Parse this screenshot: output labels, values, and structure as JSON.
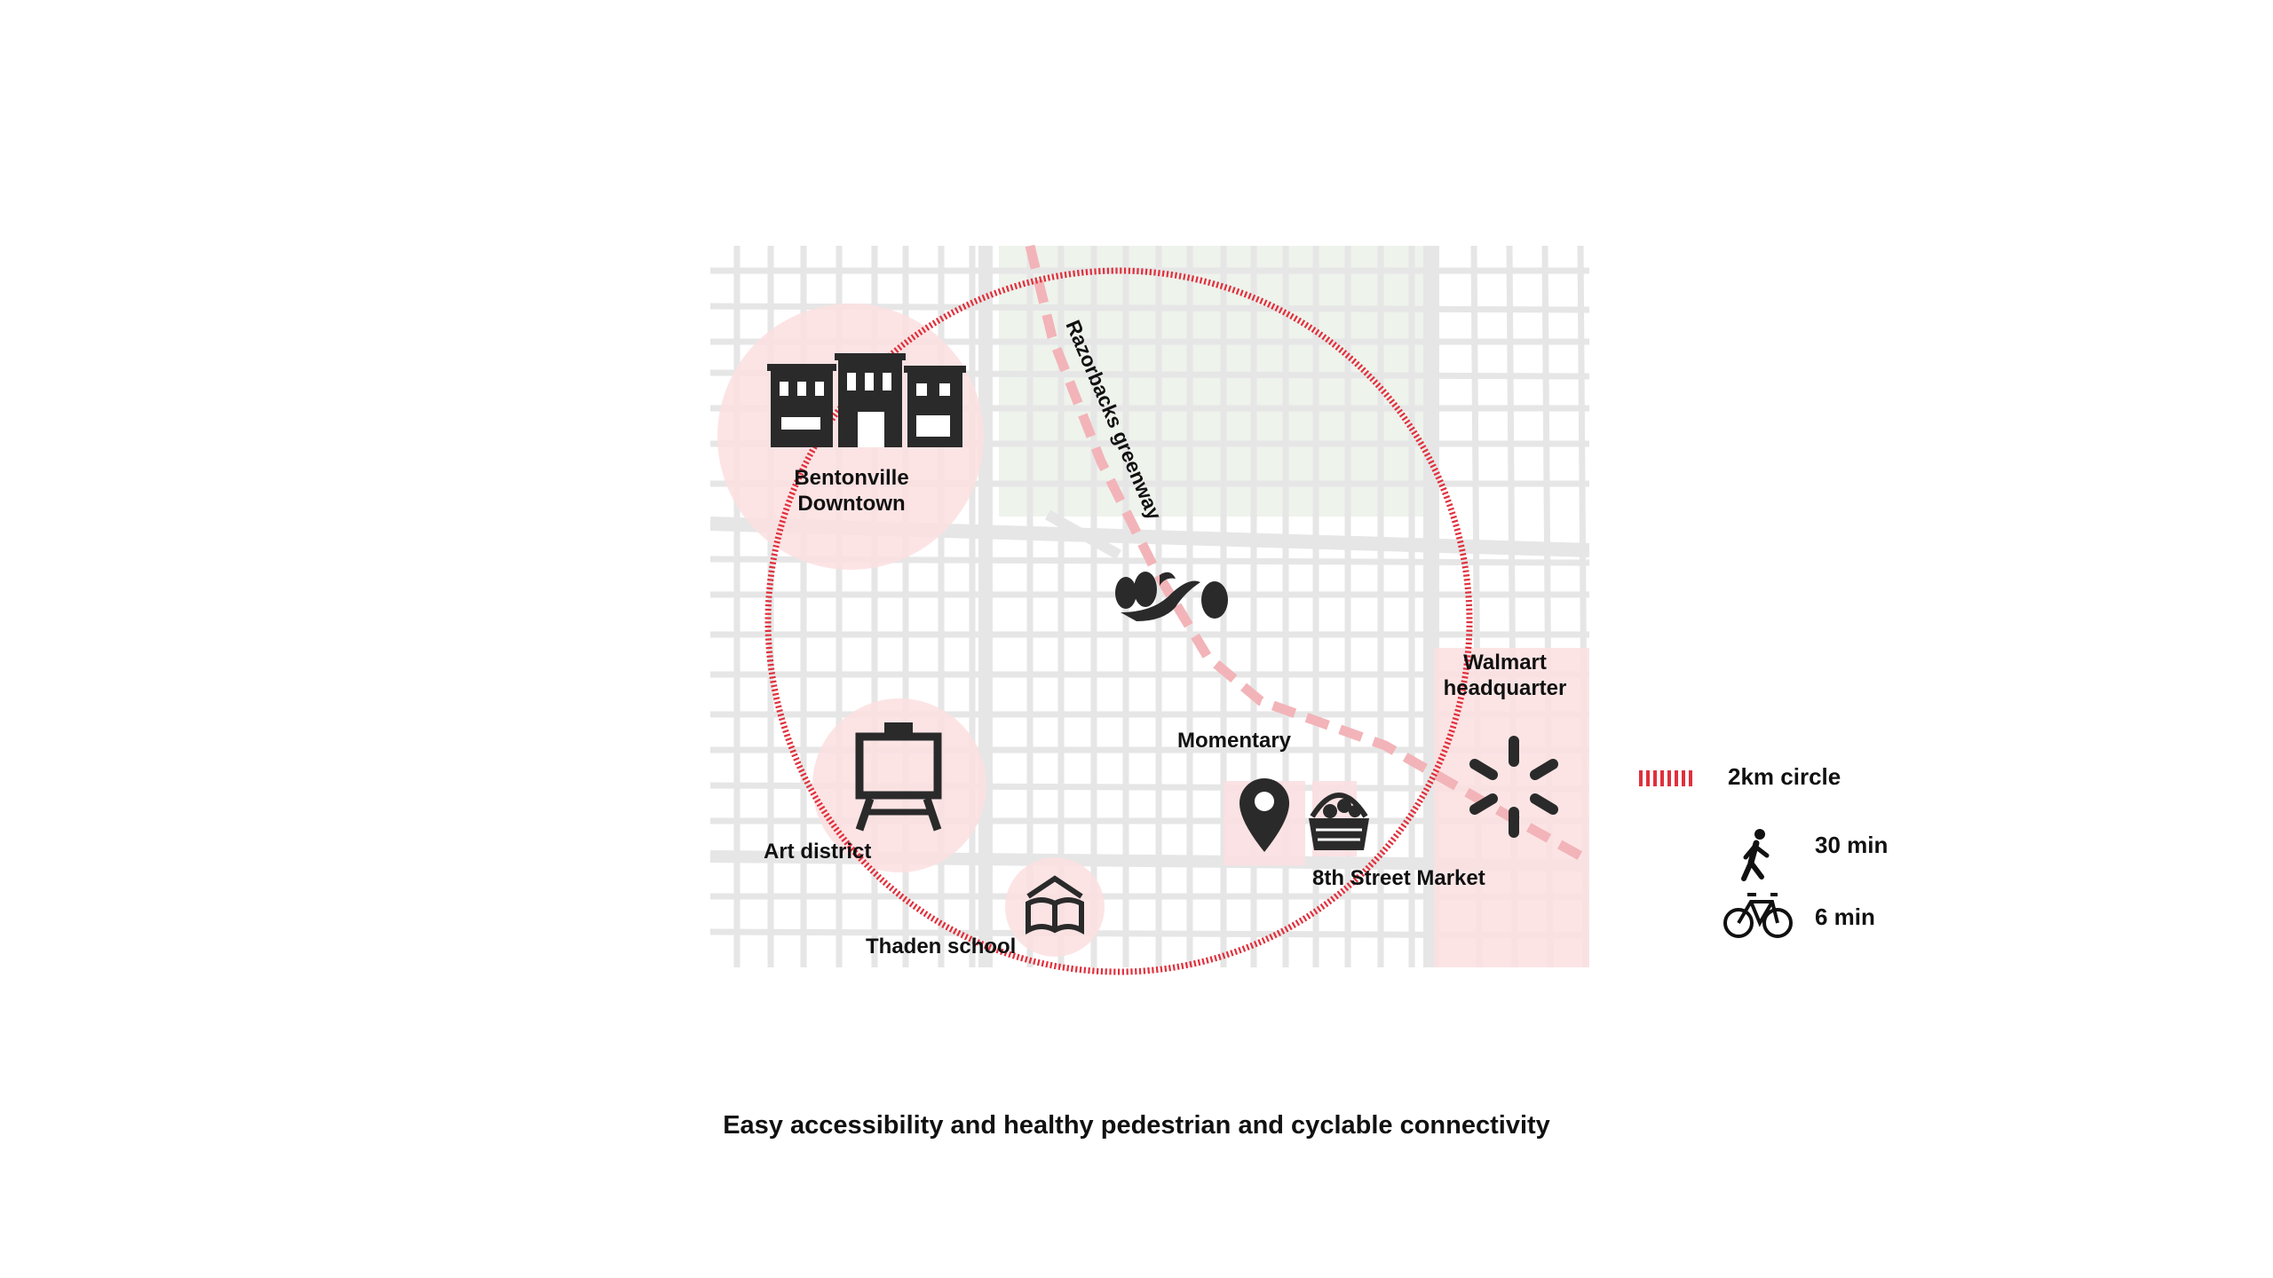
{
  "caption": "Easy accessibility and healthy pedestrian and cyclable connectivity",
  "greenway_label": "Razorbacks greenway",
  "places": {
    "downtown": {
      "line1": "Bentonville",
      "line2": "Downtown",
      "icon": "storefronts-icon"
    },
    "art_district": {
      "label": "Art district",
      "icon": "easel-icon"
    },
    "thaden_school": {
      "label": "Thaden school",
      "icon": "book-icon"
    },
    "momentary": {
      "label": "Momentary",
      "icon": "location-pin-icon"
    },
    "eighth_street": {
      "label": "8th Street Market",
      "icon": "basket-icon"
    },
    "walmart": {
      "line1": "Walmart",
      "line2": "headquarter",
      "icon": "walmart-spark-icon"
    },
    "park": {
      "icon": "park-trees-icon"
    }
  },
  "legend": {
    "circle": {
      "label": "2km circle",
      "icon": "dashed-circle-icon"
    },
    "walk": {
      "label": "30 min",
      "icon": "pedestrian-icon"
    },
    "bike": {
      "label": "6 min",
      "icon": "bicycle-icon"
    }
  },
  "colors": {
    "circle_stroke": "#e0303c",
    "highlight_fill": "#fbdfe1",
    "greenway_dash": "#f2b4b8",
    "park_fill": "#eef3ec",
    "street": "#e6e6e6",
    "icon": "#222222"
  }
}
